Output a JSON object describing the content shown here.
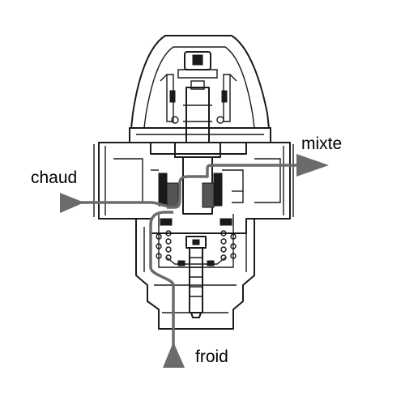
{
  "labels": {
    "hot": "chaud",
    "mixed": "mixte",
    "cold": "froid"
  },
  "colors": {
    "flow": "#6b6b6b",
    "outline": "#1a1a1a"
  }
}
